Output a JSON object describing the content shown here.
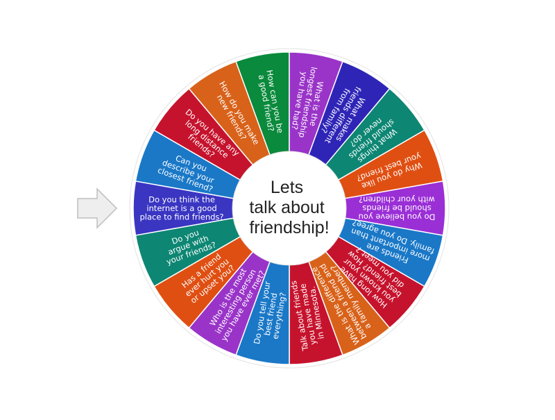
{
  "wheel": {
    "center_text": [
      "Lets",
      "talk about",
      "friendship!"
    ],
    "colors": {
      "red": "#c6132d",
      "orange": "#d8621a",
      "green": "#0a8a3c",
      "purple": "#9a34c8",
      "navy": "#2e25b7",
      "teal": "#0d8673",
      "orangered": "#e04f12",
      "violet": "#9a2fd6",
      "blue": "#1a78c7",
      "indigo": "#3a36c2",
      "pointer_fill": "#eeeeee",
      "pointer_stroke": "#bdbdbd"
    },
    "segments": [
      {
        "lines": [
          "Do you think the",
          "internet is a good",
          "place to find friends?"
        ],
        "color": "#3a36c2"
      },
      {
        "lines": [
          "Can you",
          "describe your",
          "closest friend?"
        ],
        "color": "#1a78c7"
      },
      {
        "lines": [
          "Do you have any",
          "long distance",
          "friends?"
        ],
        "color": "#c6132d"
      },
      {
        "lines": [
          "How do you make",
          "new friends?"
        ],
        "color": "#d8621a"
      },
      {
        "lines": [
          "How can you be",
          "a good friend?"
        ],
        "color": "#0a8a3c"
      },
      {
        "lines": [
          "What is the",
          "longest friendship",
          "you have had?"
        ],
        "color": "#9a34c8"
      },
      {
        "lines": [
          "What makes",
          "friends different",
          "from family?"
        ],
        "color": "#2e25b7"
      },
      {
        "lines": [
          "What things",
          "should friends",
          "never do?"
        ],
        "color": "#0d8673"
      },
      {
        "lines": [
          "Why do you like",
          "your best friend?"
        ],
        "color": "#e04f12"
      },
      {
        "lines": [
          "Do you believe you",
          "should be friends",
          "with your children?"
        ],
        "color": "#9a2fd6"
      },
      {
        "lines": [
          "Friends are",
          "more important than",
          "family. Do you agree?"
        ],
        "color": "#1a78c7"
      },
      {
        "lines": [
          "How long have",
          "you known your",
          "best friend? How",
          "did you meet ?"
        ],
        "color": "#c6132d"
      },
      {
        "lines": [
          "What is the difference",
          "between a friend and",
          "a family member?"
        ],
        "color": "#d8621a"
      },
      {
        "lines": [
          "Talk about friends",
          "you have made",
          "in Minnesota."
        ],
        "color": "#c6132d"
      },
      {
        "lines": [
          "Do you tell your",
          "best friend",
          "everything?"
        ],
        "color": "#1a78c7"
      },
      {
        "lines": [
          "Who is the most",
          "interesting person",
          "you have ever met?"
        ],
        "color": "#9a34c8"
      },
      {
        "lines": [
          "Has a friend",
          "ever hurt you",
          "or upset you?"
        ],
        "color": "#e04f12"
      },
      {
        "lines": [
          "Do you",
          "argue with",
          "your friends?"
        ],
        "color": "#0d8673"
      }
    ]
  }
}
